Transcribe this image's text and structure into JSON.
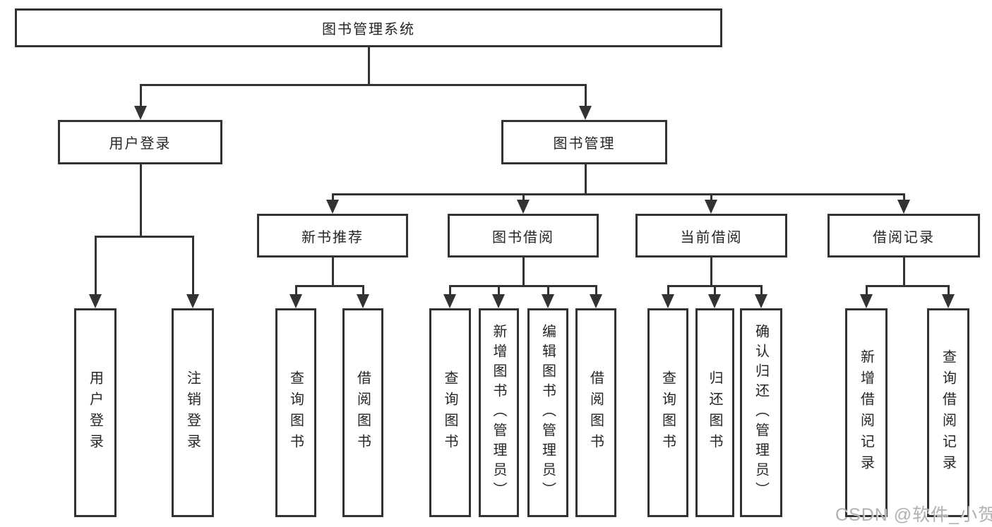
{
  "nodes": {
    "root": "图书管理系统",
    "l2": [
      "用户登录",
      "图书管理"
    ],
    "l3": [
      "新书推荐",
      "图书借阅",
      "当前借阅",
      "借阅记录"
    ],
    "l4": [
      "用户登录",
      "注销登录",
      "查询图书",
      "借阅图书",
      "查询图书",
      "新增图书（管理员）",
      "编辑图书（管理员）",
      "借阅图书",
      "查询图书",
      "归还图书",
      "确认归还（管理员）",
      "新增借阅记录",
      "查询借阅记录"
    ]
  },
  "watermark": {
    "text": "CSDN @软件_小贺同学"
  },
  "colors": {
    "line": "#333333",
    "text": "#262626",
    "background": "#ffffff",
    "watermark_text": "#9e9e9e"
  }
}
